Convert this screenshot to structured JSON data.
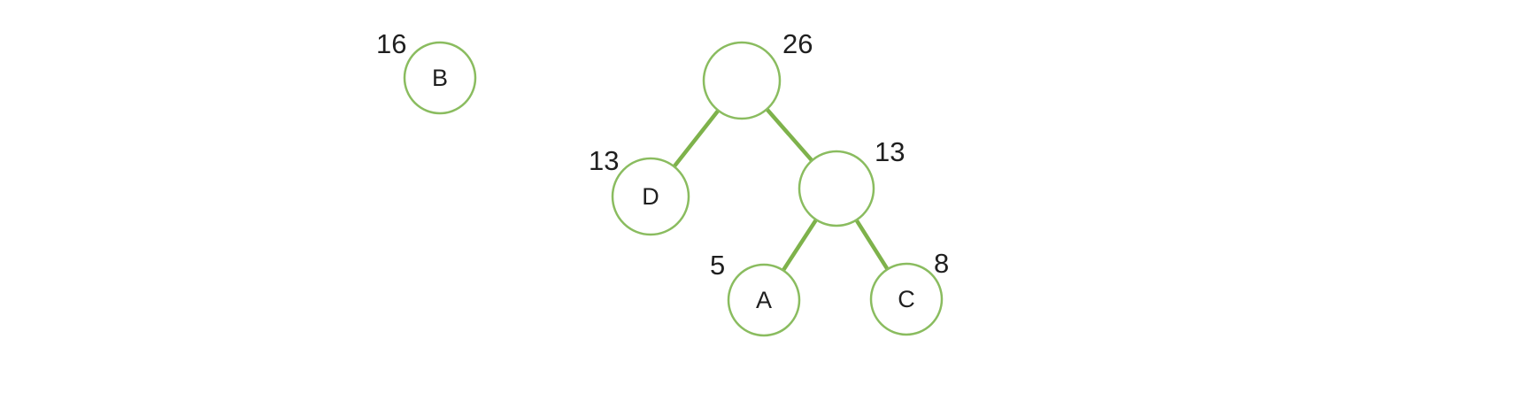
{
  "diagram": {
    "type": "huffman-tree-exercise",
    "colors": {
      "background": "#ffffff",
      "edge_green": "#7eb24b",
      "node_stroke_green": "#8abc5f",
      "text": "#1f1f1f"
    },
    "detached_node": {
      "label": "B",
      "weight": "16"
    },
    "tree": {
      "root": {
        "label": "",
        "weight": "26"
      },
      "left_child": {
        "label": "D",
        "weight": "13"
      },
      "right_child": {
        "label": "",
        "weight": "13"
      },
      "right_left_child": {
        "label": "A",
        "weight": "5"
      },
      "right_right_child": {
        "label": "C",
        "weight": "8"
      }
    }
  }
}
